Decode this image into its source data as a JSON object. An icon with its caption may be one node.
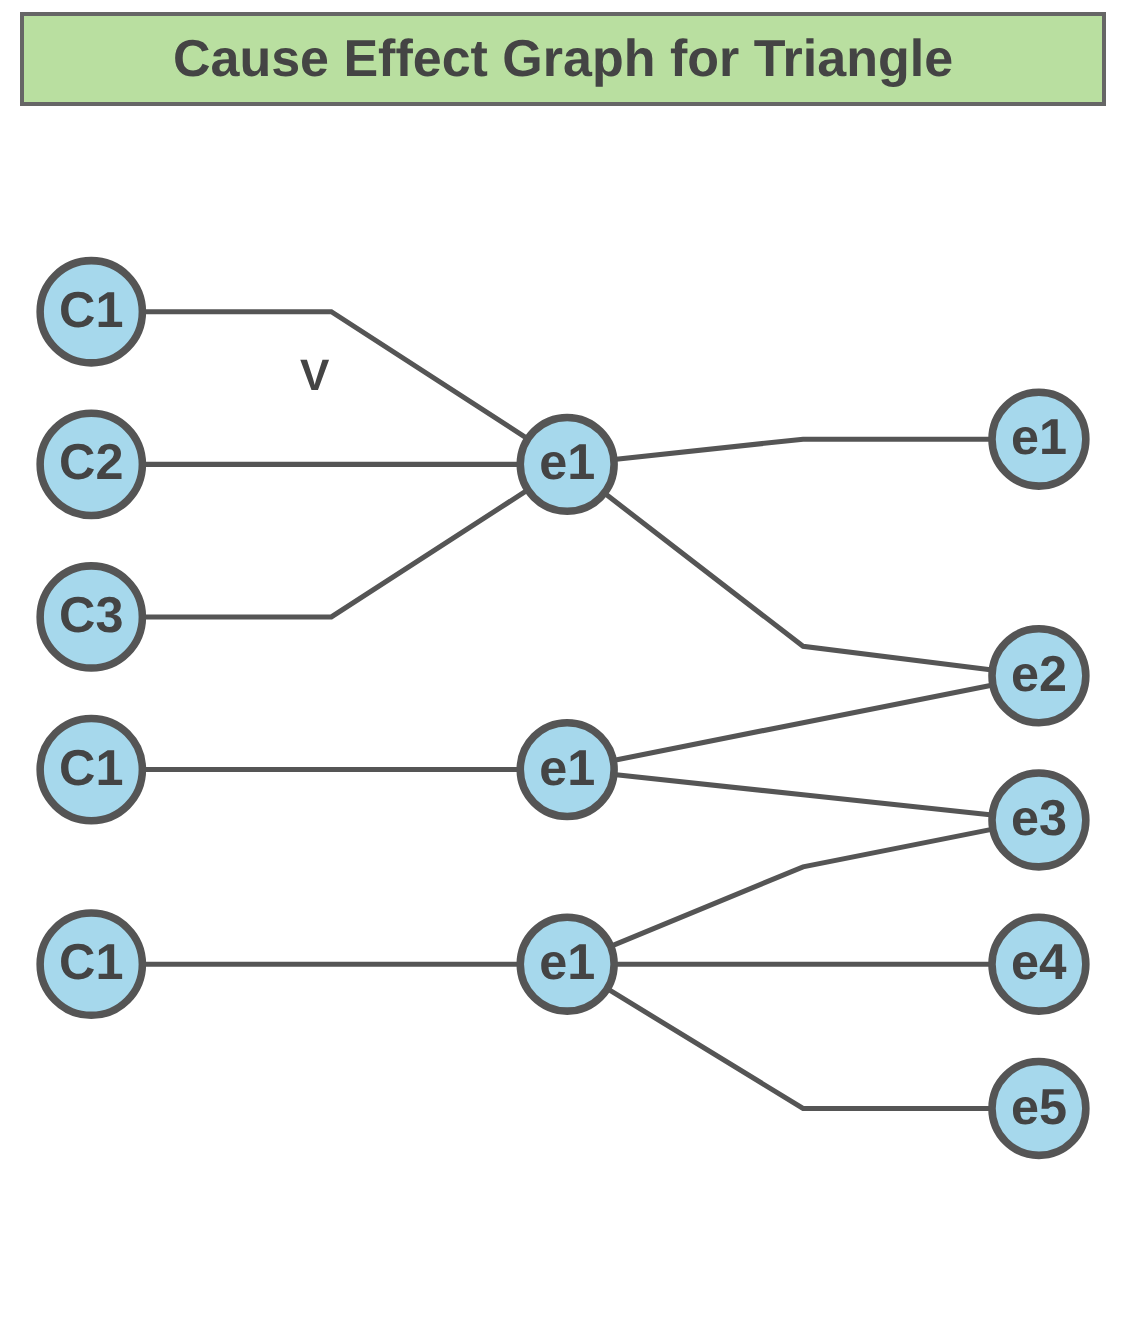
{
  "diagram": {
    "title": "Cause Effect Graph for Triangle",
    "nodes": [
      {
        "text": [
          "C1"
        ]
      },
      {
        "text": [
          "e1"
        ]
      },
      {
        "text": [
          "C2"
        ]
      },
      {
        "text": [
          "e1"
        ]
      },
      {
        "text": [
          "C3"
        ]
      },
      {
        "text": [
          "e2"
        ]
      },
      {
        "text": [
          "C1"
        ]
      },
      {
        "text": [
          "e1"
        ]
      },
      {
        "text": [
          "e3"
        ]
      },
      {
        "text": [
          "C1"
        ]
      },
      {
        "text": [
          "e1"
        ]
      },
      {
        "text": [
          "e4"
        ]
      },
      {
        "text": [
          "e5"
        ]
      }
    ],
    "edges": [
      {
        "from": 0,
        "to": 3,
        "arrow": "none"
      },
      {
        "from": 2,
        "to": 3,
        "arrow": "none"
      },
      {
        "from": 4,
        "to": 3,
        "arrow": "none"
      },
      {
        "from": 3,
        "to": 1,
        "arrow": "none"
      },
      {
        "from": 3,
        "to": 5,
        "arrow": "none"
      },
      {
        "from": 7,
        "to": 5,
        "arrow": "none"
      },
      {
        "from": 6,
        "to": 7,
        "arrow": "none"
      },
      {
        "from": 7,
        "to": 8,
        "arrow": "none"
      },
      {
        "from": 10,
        "to": 8,
        "arrow": "none"
      },
      {
        "from": 9,
        "to": 10,
        "arrow": "none"
      },
      {
        "from": 10,
        "to": 11,
        "arrow": "none"
      },
      {
        "from": 10,
        "to": 12,
        "arrow": "none"
      }
    ],
    "labels": [
      "V"
    ]
  }
}
